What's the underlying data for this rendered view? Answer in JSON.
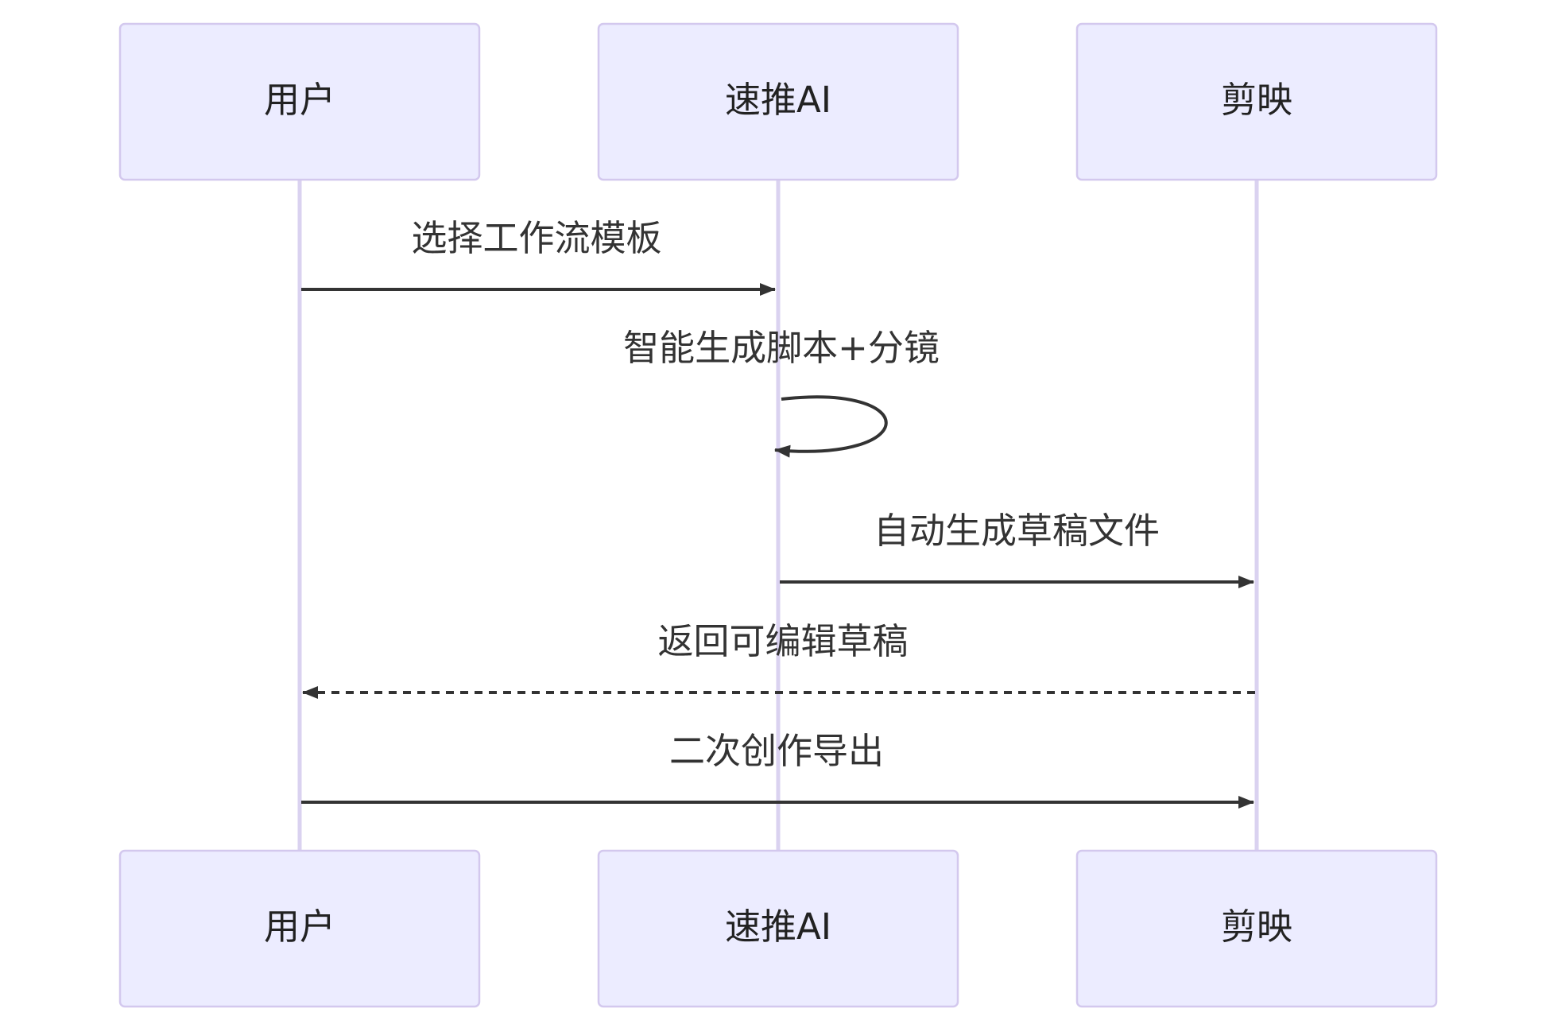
{
  "participants": [
    {
      "id": "user",
      "label": "用户"
    },
    {
      "id": "sutui",
      "label": "速推AI"
    },
    {
      "id": "jianying",
      "label": "剪映"
    }
  ],
  "messages": [
    {
      "from": "user",
      "to": "sutui",
      "label": "选择工作流模板",
      "style": "solid"
    },
    {
      "from": "sutui",
      "to": "sutui",
      "label": "智能生成脚本+分镜",
      "style": "solid"
    },
    {
      "from": "sutui",
      "to": "jianying",
      "label": "自动生成草稿文件",
      "style": "solid"
    },
    {
      "from": "jianying",
      "to": "user",
      "label": "返回可编辑草稿",
      "style": "dashed"
    },
    {
      "from": "user",
      "to": "jianying",
      "label": "二次创作导出",
      "style": "solid"
    }
  ]
}
